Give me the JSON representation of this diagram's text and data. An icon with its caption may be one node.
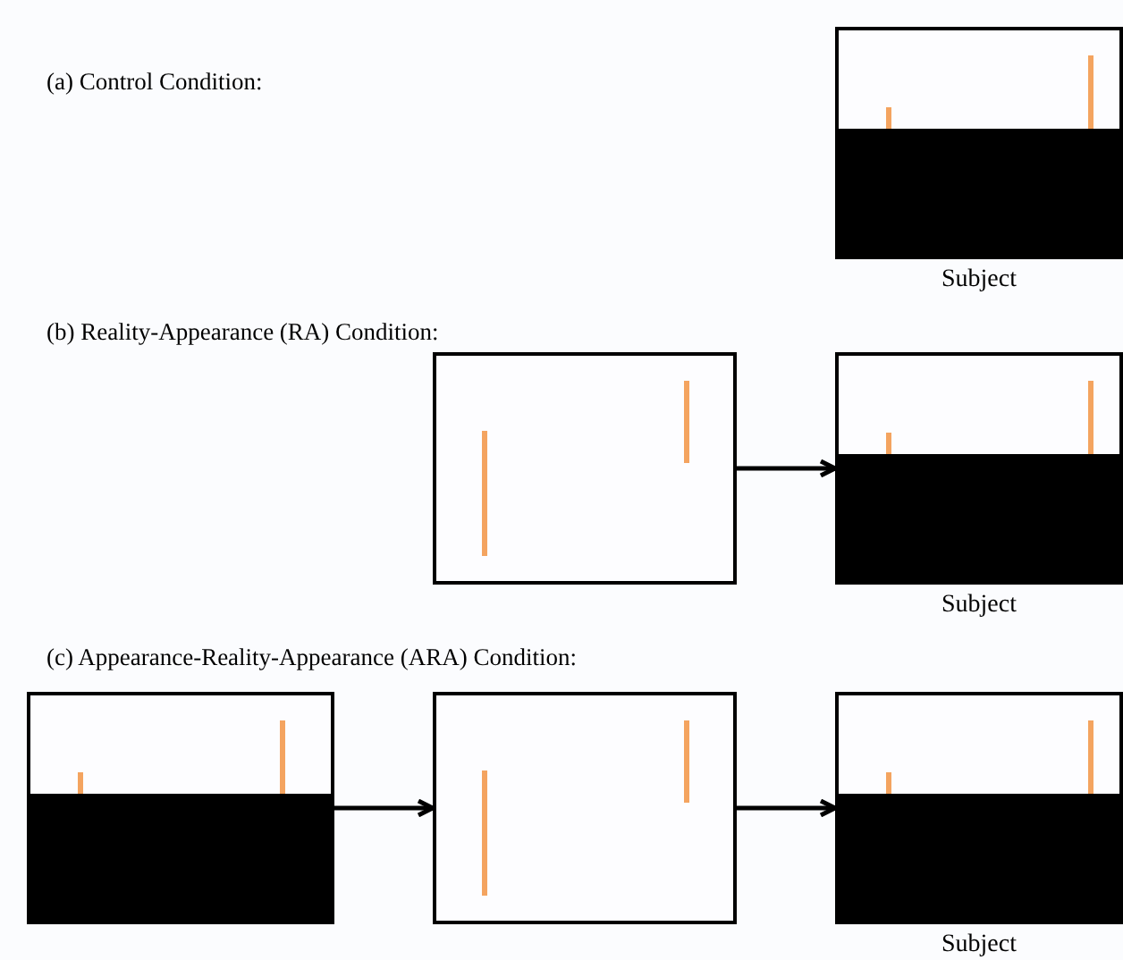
{
  "diagram": {
    "nodes": [
      {
        "text": [],
        "shape": "box",
        "beside": [
          "Subject"
        ]
      },
      {
        "text": [],
        "shape": "box"
      },
      {
        "text": [],
        "shape": "box",
        "beside": [
          "Subject"
        ]
      },
      {
        "text": [],
        "shape": "box"
      },
      {
        "text": [],
        "shape": "box"
      },
      {
        "text": [],
        "shape": "box",
        "beside": [
          "Subject"
        ]
      }
    ],
    "edges": [
      {
        "from": 1,
        "to": 2,
        "arrow": "to"
      },
      {
        "from": 3,
        "to": 4,
        "arrow": "to"
      },
      {
        "from": 4,
        "to": 5,
        "arrow": "to"
      }
    ],
    "labels": [
      "(a) Control Condition:",
      "(b) Reality-Appearance (RA) Condition:",
      "(c) Appearance-Reality-Appearance (ARA) Condition:"
    ]
  }
}
